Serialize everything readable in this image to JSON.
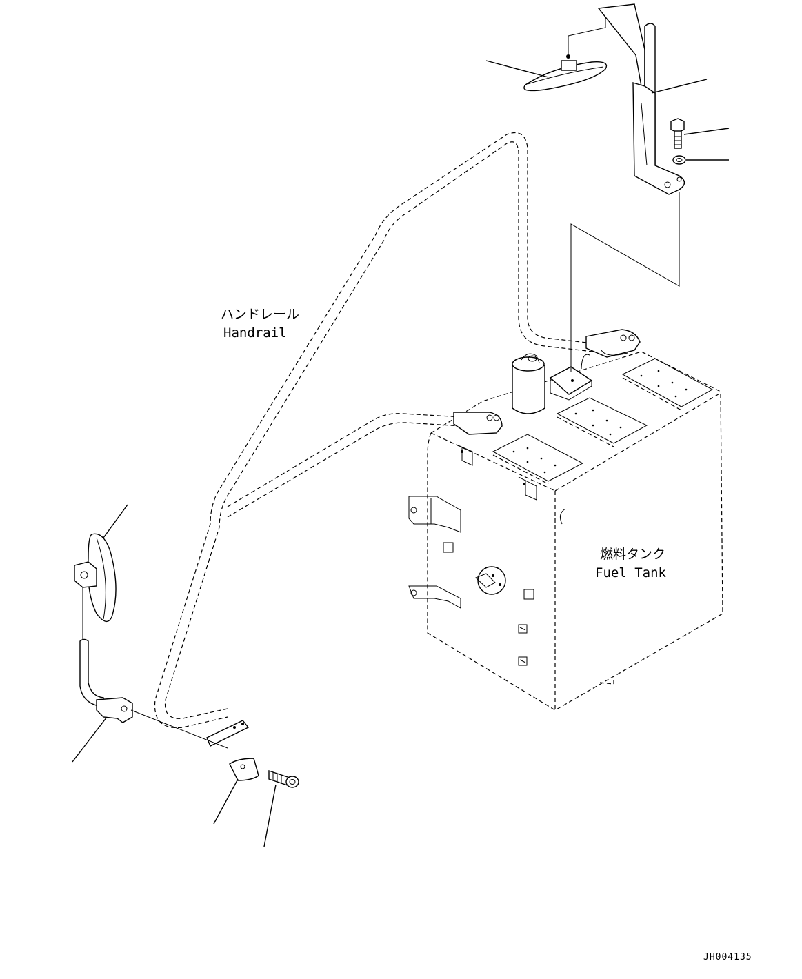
{
  "labels": {
    "handrail_jp": "ハンドレール",
    "handrail_en": "Handrail",
    "fuel_tank_jp": "燃料タンク",
    "fuel_tank_en": "Fuel Tank"
  },
  "drawing_code": "JH004135"
}
